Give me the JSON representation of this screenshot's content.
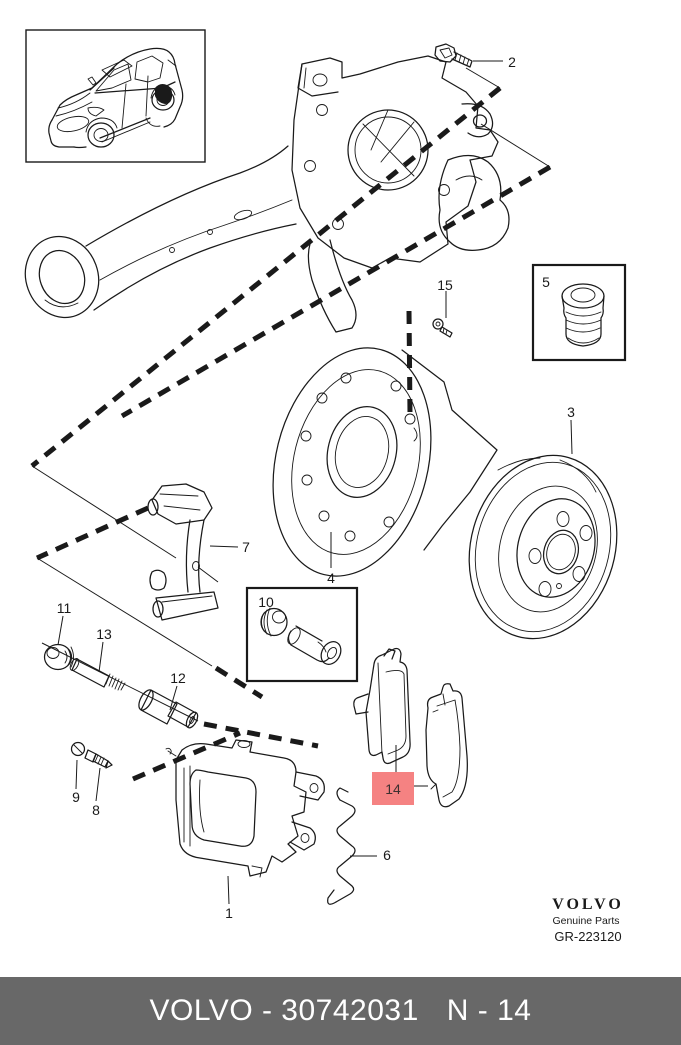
{
  "colors": {
    "line": "#1a1a1a",
    "highlight": "#f58282",
    "highlight_text": "#3f3030",
    "footer_bg": "#686868",
    "footer_text": "#ffffff"
  },
  "diagram": {
    "highlighted_callout": "14",
    "callouts": {
      "p1": "1",
      "p2": "2",
      "p3": "3",
      "p4": "4",
      "p5": "5",
      "p6": "6",
      "p7": "7",
      "p8": "8",
      "p9": "9",
      "p10": "10",
      "p11": "11",
      "p12": "12",
      "p13": "13",
      "p14": "14",
      "p15": "15"
    }
  },
  "branding": {
    "logo": "VOLVO",
    "tagline": "Genuine Parts",
    "drawing_code": "GR-223120"
  },
  "footer": {
    "part_label": "VOLVO - 30742031",
    "page_label": "N - 14"
  }
}
